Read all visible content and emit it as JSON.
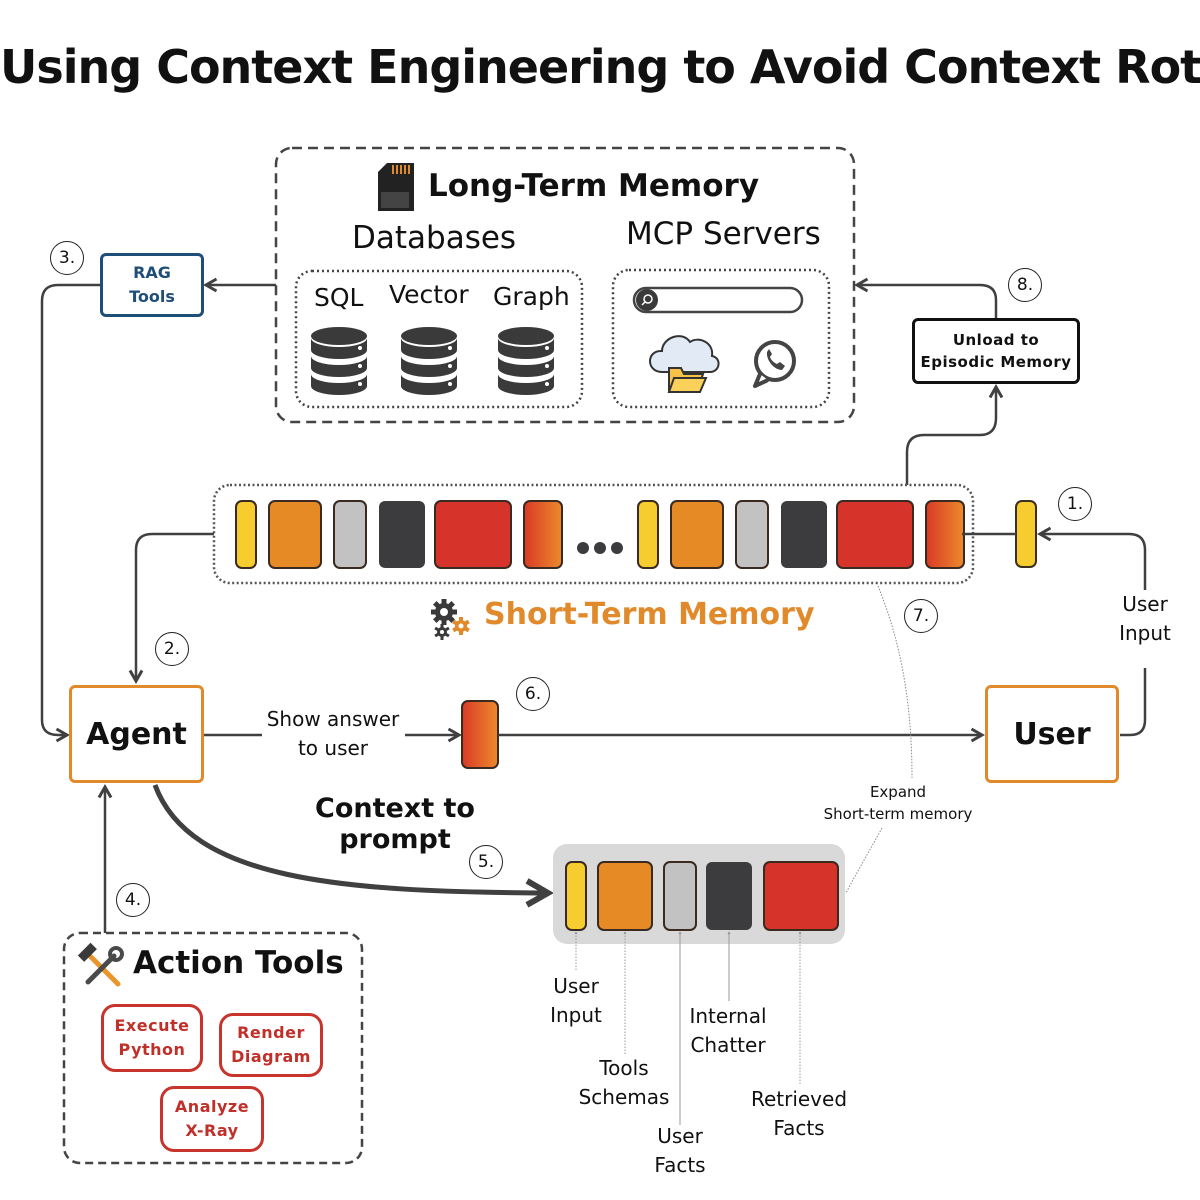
{
  "title": "Using Context Engineering to Avoid Context Rot",
  "long_term_memory": {
    "title": "Long-Term Memory",
    "icon": "sd-card-icon",
    "databases": {
      "title": "Databases",
      "items": [
        {
          "label": "SQL",
          "icon": "database-icon"
        },
        {
          "label": "Vector",
          "icon": "database-icon"
        },
        {
          "label": "Graph",
          "icon": "database-icon"
        }
      ]
    },
    "mcp_servers": {
      "title": "MCP Servers",
      "search_placeholder": "",
      "icons": [
        "search-icon",
        "cloud-folder-icon",
        "whatsapp-icon"
      ]
    }
  },
  "rag_tools": {
    "line1": "RAG",
    "line2": "Tools"
  },
  "unload": {
    "line1": "Unload to",
    "line2": "Episodic Memory"
  },
  "short_term_memory": {
    "title": "Short-Term Memory",
    "icon": "gears-icon",
    "ellipsis": "•••",
    "block_sequence": [
      "user-input",
      "tools-schemas",
      "user-facts",
      "internal-chatter",
      "retrieved-facts",
      "answer"
    ]
  },
  "agent": {
    "label": "Agent"
  },
  "user": {
    "label": "User"
  },
  "edges": {
    "show_answer_line1": "Show answer",
    "show_answer_line2": "to user",
    "user_input_line1": "User",
    "user_input_line2": "Input",
    "context_line1": "Context to",
    "context_line2": "prompt",
    "expand_line1": "Expand",
    "expand_line2": "Short-term memory"
  },
  "steps": [
    "1.",
    "2.",
    "3.",
    "4.",
    "5.",
    "6.",
    "7.",
    "8."
  ],
  "context_window": {
    "labels": [
      {
        "line1": "User",
        "line2": "Input"
      },
      {
        "line1": "Tools",
        "line2": "Schemas"
      },
      {
        "line1": "User",
        "line2": "Facts"
      },
      {
        "line1": "Internal",
        "line2": "Chatter"
      },
      {
        "line1": "Retrieved",
        "line2": "Facts"
      }
    ]
  },
  "action_tools": {
    "title": "Action Tools",
    "icon": "hammer-wrench-icon",
    "tools": [
      {
        "line1": "Execute",
        "line2": "Python"
      },
      {
        "line1": "Render",
        "line2": "Diagram"
      },
      {
        "line1": "Analyze",
        "line2": "X-Ray"
      }
    ]
  },
  "colors": {
    "user_input": "#f6cc2f",
    "tools_schemas": "#e68a26",
    "user_facts": "#c2c2c2",
    "internal_chatter": "#3c3c3e",
    "retrieved_facts": "#d6332a",
    "agent_border": "#e08a2c",
    "rag_blue": "#1f4e79",
    "tool_red": "#c8342c"
  }
}
